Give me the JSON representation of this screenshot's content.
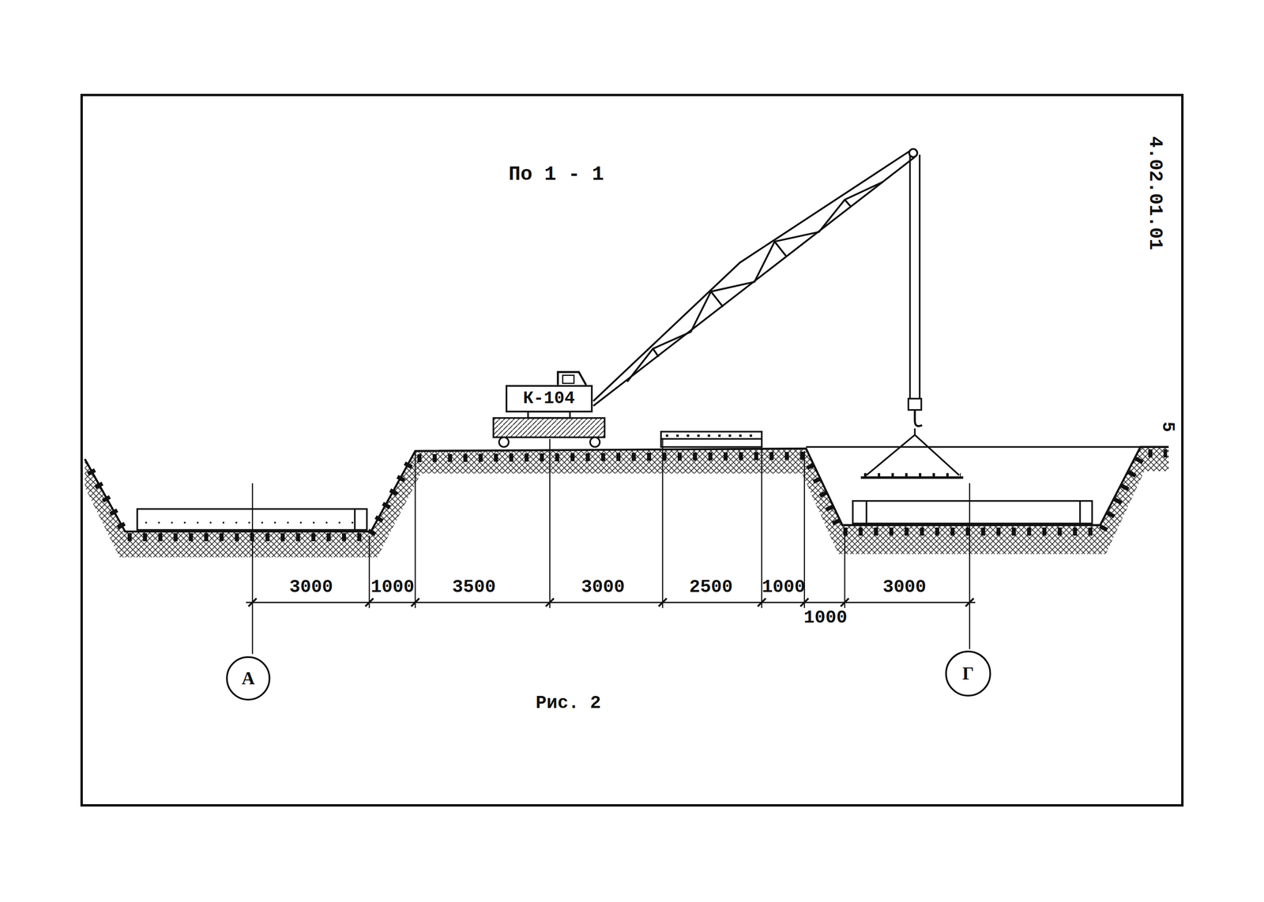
{
  "diagram": {
    "title": "По 1 - 1",
    "caption": "Рис. 2",
    "nodes": [
      {
        "text": [
          "К-104"
        ]
      },
      {
        "text": [
          "А"
        ]
      },
      {
        "text": [
          "Г"
        ]
      }
    ],
    "labels": [
      "3000",
      "1000",
      "3500",
      "3000",
      "2500",
      "1000",
      "1000",
      "3000",
      "4.02.01.01",
      "5"
    ]
  }
}
